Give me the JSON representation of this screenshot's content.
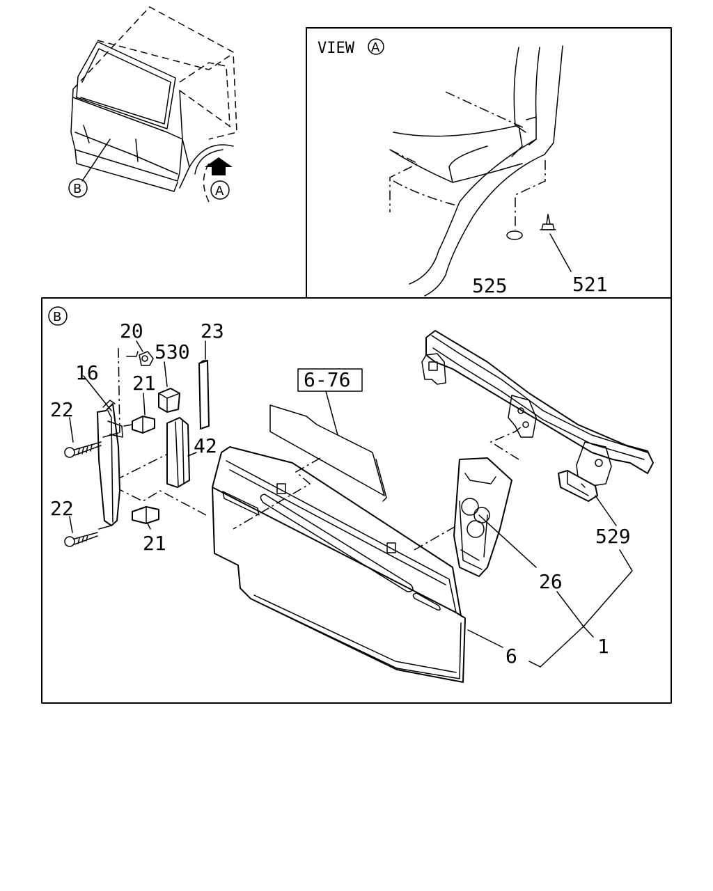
{
  "view_a": {
    "title": "VIEW",
    "marker": "A",
    "parts": [
      "525",
      "521"
    ]
  },
  "overview": {
    "marker_b": "B",
    "marker_a": "A"
  },
  "detail_b": {
    "marker": "B",
    "ref_box": "6-76",
    "parts": {
      "p20": "20",
      "p530": "530",
      "p23": "23",
      "p16": "16",
      "p21_top": "21",
      "p22_top": "22",
      "p42": "42",
      "p22_bottom": "22",
      "p21_bottom": "21",
      "p529": "529",
      "p26": "26",
      "p6": "6",
      "p1": "1"
    }
  }
}
